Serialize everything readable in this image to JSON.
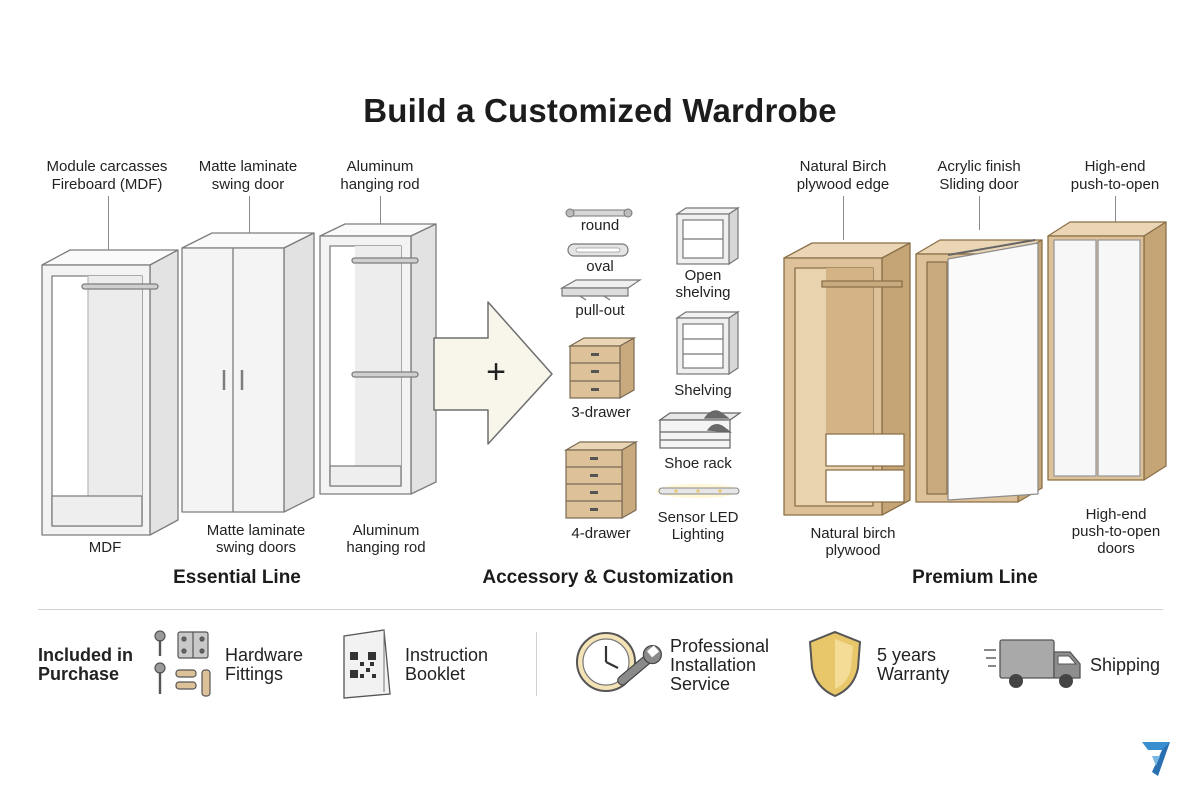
{
  "title": "Build a Customized Wardrobe",
  "essential": {
    "callouts": [
      {
        "line1": "Module carcasses",
        "line2": "Fireboard (MDF)"
      },
      {
        "line1": "Matte laminate",
        "line2": "swing door"
      },
      {
        "line1": "Aluminum",
        "line2": "hanging rod"
      }
    ],
    "labels": [
      {
        "line1": "MDF",
        "line2": ""
      },
      {
        "line1": "Matte laminate",
        "line2": "swing doors"
      },
      {
        "line1": "Aluminum",
        "line2": "hanging rod"
      }
    ],
    "section_title": "Essential Line"
  },
  "plus_symbol": "+",
  "accessories": {
    "items": {
      "round": "round",
      "oval": "oval",
      "pullout": "pull-out",
      "drawer3": "3-drawer",
      "drawer4": "4-drawer",
      "open_shelving_1": "Open",
      "open_shelving_2": "shelving",
      "shelving": "Shelving",
      "shoe_rack": "Shoe rack",
      "sensor_led_1": "Sensor LED",
      "sensor_led_2": "Lighting"
    },
    "section_title": "Accessory & Customization"
  },
  "premium": {
    "callouts": [
      {
        "line1": "Natural Birch",
        "line2": "plywood edge"
      },
      {
        "line1": "Acrylic finish",
        "line2": "Sliding door"
      },
      {
        "line1": "High-end",
        "line2": "push-to-open"
      }
    ],
    "labels": [
      {
        "line1": "Natural birch",
        "line2": "plywood"
      },
      {
        "line1": "High-end",
        "line2": "push-to-open",
        "line3": "doors"
      }
    ],
    "section_title": "Premium Line"
  },
  "included": {
    "heading_1": "Included in",
    "heading_2": "Purchase",
    "items": [
      {
        "icon": "hardware-icon",
        "line1": "Hardware",
        "line2": "Fittings",
        "line3": ""
      },
      {
        "icon": "booklet-icon",
        "line1": "Instruction",
        "line2": "Booklet",
        "line3": ""
      },
      {
        "icon": "installation-icon",
        "line1": "Professional",
        "line2": "Installation",
        "line3": "Service"
      },
      {
        "icon": "shield-icon",
        "line1": "5 years",
        "line2": "Warranty",
        "line3": ""
      },
      {
        "icon": "truck-icon",
        "line1": "Shipping",
        "line2": "",
        "line3": ""
      }
    ]
  },
  "colors": {
    "white_panel": "#f4f4f4",
    "panel_edge": "#8d8d8d",
    "birch": "#dcc199",
    "birch_dark": "#c5a576",
    "gold": "#e8c76a",
    "truck_gray": "#a9a9a9"
  }
}
